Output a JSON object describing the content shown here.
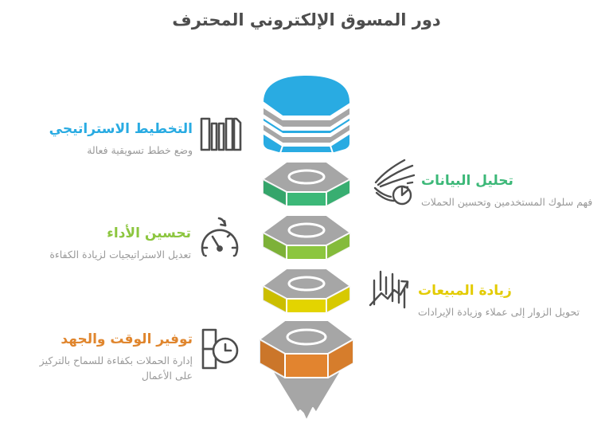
{
  "page": {
    "title": "دور المسوق الإلكتروني المحترف",
    "title_color": "#4D4D4D",
    "background": "#FFFFFF"
  },
  "colors": {
    "icon_stroke": "#4D4D4D",
    "description_text": "#999999",
    "funnel_gray": "#A6A6A6"
  },
  "left_items": [
    {
      "label": "التخطيط الاستراتيجي",
      "description": "وضع خطط تسويقية فعالة",
      "color": "#29ABE2",
      "icon": "books-icon"
    },
    {
      "label": "تحسين الأداء",
      "description": "تعديل الاستراتيجيات لزيادة الكفاءة",
      "color": "#8CC63F",
      "icon": "gauge-icon"
    },
    {
      "label": "توفير الوقت والجهد",
      "description": "إدارة الحملات بكفاءة للسماح بالتركيز على الأعمال",
      "color": "#E0862E",
      "icon": "clock-schedule-icon"
    }
  ],
  "right_items": [
    {
      "label": "تحليل البيانات",
      "description": "فهم سلوك المستخدمين وتحسين الحملات",
      "color": "#3CB878",
      "icon": "data-curves-pie-icon"
    },
    {
      "label": "زيادة المبيعات",
      "description": "تحويل الزوار إلى عملاء وزيادة الإيرادات",
      "color": "#E3CB00",
      "icon": "candlestick-arrow-icon"
    }
  ],
  "funnel": {
    "gray": "#A6A6A6",
    "segments": [
      {
        "name": "blue-cylinder",
        "color": "#29ABE2"
      },
      {
        "name": "teal-nut",
        "color": "#3CB878"
      },
      {
        "name": "lime-nut",
        "color": "#8CC63F"
      },
      {
        "name": "yellow-nut",
        "color": "#E3D400"
      },
      {
        "name": "orange-nut",
        "color": "#E2842F"
      },
      {
        "name": "gray-cone",
        "color": "#A6A6A6"
      }
    ]
  }
}
